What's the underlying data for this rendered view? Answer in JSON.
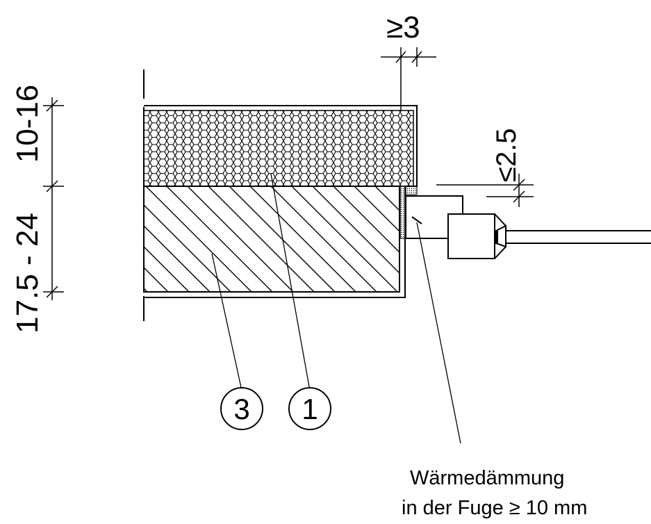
{
  "dimensions": {
    "top_gap": "≥3",
    "joint_width": "≤2.5",
    "top_layer_thickness": "10-16",
    "bottom_layer_thickness": "17.5 - 24"
  },
  "callouts": {
    "left": "3",
    "right": "1"
  },
  "note": {
    "line1": "Wärmedämmung",
    "line2": "in der Fuge  ≥ 10 mm"
  }
}
